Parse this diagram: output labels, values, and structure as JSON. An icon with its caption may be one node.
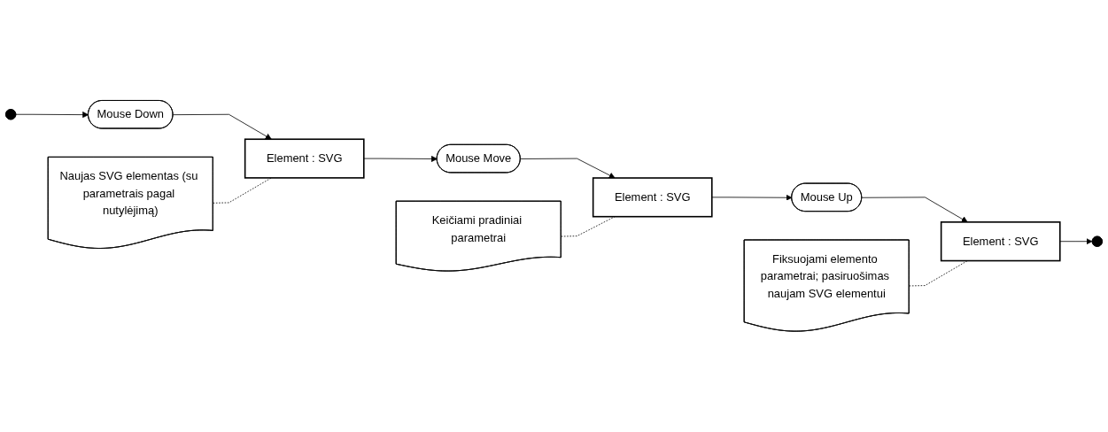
{
  "diagram": {
    "nodes": [
      {
        "text": [],
        "shape": "circle"
      },
      {
        "text": [
          "Mouse Down"
        ]
      },
      {
        "text": [
          "Element : SVG"
        ]
      },
      {
        "text": [
          "Mouse Move"
        ]
      },
      {
        "text": [
          "Element : SVG"
        ]
      },
      {
        "text": [
          "Mouse Up"
        ]
      },
      {
        "text": [
          "Element : SVG"
        ]
      },
      {
        "text": [],
        "shape": "circle"
      },
      {
        "text": [
          "Naujas SVG elementas (su parametrais pagal nutylėjimą)"
        ]
      },
      {
        "text": [
          "Fiksuojami elemento parametrai; pasiruošimas naujam SVG elementui"
        ]
      },
      {
        "text": [
          "Keičiami pradiniai parametrai"
        ]
      }
    ],
    "edges": [
      {
        "from": 0,
        "to": 1,
        "arrow": "to"
      },
      {
        "from": 1,
        "to": 2,
        "arrow": "to"
      },
      {
        "from": 2,
        "to": 3,
        "arrow": "to"
      },
      {
        "from": 3,
        "to": 4,
        "arrow": "to"
      },
      {
        "from": 4,
        "to": 5,
        "arrow": "to"
      },
      {
        "from": 5,
        "to": 6,
        "arrow": "to"
      },
      {
        "from": 6,
        "to": 7,
        "arrow": "to"
      },
      {
        "from": 8,
        "to": 2,
        "arrow": "none",
        "style": "dashed"
      },
      {
        "from": 9,
        "to": 6,
        "arrow": "none",
        "style": "dashed"
      },
      {
        "from": 10,
        "to": 4,
        "arrow": "none",
        "style": "dashed"
      }
    ]
  }
}
